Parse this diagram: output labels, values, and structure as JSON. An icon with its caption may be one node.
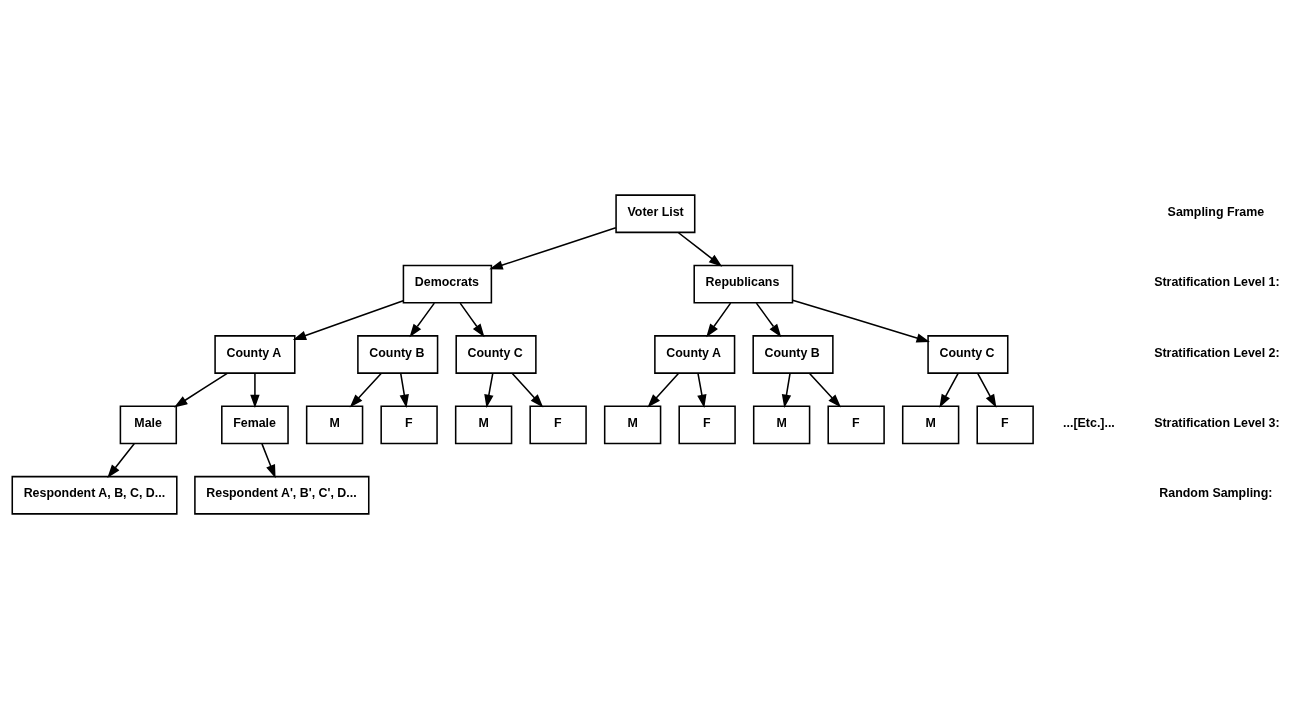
{
  "diagram": {
    "nodes": [
      {
        "text": [
          "Voter List"
        ]
      },
      {
        "text": [
          "Democrats"
        ]
      },
      {
        "text": [
          "Republicans"
        ]
      },
      {
        "text": [
          "County A"
        ]
      },
      {
        "text": [
          "County B"
        ]
      },
      {
        "text": [
          "County C"
        ]
      },
      {
        "text": [
          "County A"
        ]
      },
      {
        "text": [
          "County B"
        ]
      },
      {
        "text": [
          "County C"
        ]
      },
      {
        "text": [
          "M"
        ]
      },
      {
        "text": [
          "F"
        ]
      },
      {
        "text": [
          "M"
        ]
      },
      {
        "text": [
          "F"
        ]
      },
      {
        "text": [
          "M"
        ]
      },
      {
        "text": [
          "F"
        ]
      },
      {
        "text": [
          "M"
        ]
      },
      {
        "text": [
          "F"
        ]
      },
      {
        "text": [
          "M"
        ]
      },
      {
        "text": [
          "F"
        ]
      },
      {
        "text": [
          "Male"
        ]
      },
      {
        "text": [
          "Female"
        ]
      },
      {
        "text": [
          "Respondent A, B, C, D..."
        ]
      },
      {
        "text": [
          "Respondent A', B', C', D..."
        ]
      }
    ],
    "edges": [
      {
        "from": 0,
        "to": 1,
        "arrow": "to"
      },
      {
        "from": 0,
        "to": 2,
        "arrow": "to"
      },
      {
        "from": 1,
        "to": 3,
        "arrow": "to"
      },
      {
        "from": 1,
        "to": 4,
        "arrow": "to"
      },
      {
        "from": 1,
        "to": 5,
        "arrow": "to"
      },
      {
        "from": 2,
        "to": 6,
        "arrow": "to"
      },
      {
        "from": 2,
        "to": 7,
        "arrow": "to"
      },
      {
        "from": 2,
        "to": 8,
        "arrow": "to"
      },
      {
        "from": 4,
        "to": 9,
        "arrow": "to"
      },
      {
        "from": 4,
        "to": 10,
        "arrow": "to"
      },
      {
        "from": 5,
        "to": 11,
        "arrow": "to"
      },
      {
        "from": 5,
        "to": 12,
        "arrow": "to"
      },
      {
        "from": 6,
        "to": 13,
        "arrow": "to"
      },
      {
        "from": 6,
        "to": 14,
        "arrow": "to"
      },
      {
        "from": 7,
        "to": 15,
        "arrow": "to"
      },
      {
        "from": 7,
        "to": 16,
        "arrow": "to"
      },
      {
        "from": 8,
        "to": 17,
        "arrow": "to"
      },
      {
        "from": 8,
        "to": 18,
        "arrow": "to"
      },
      {
        "from": 3,
        "to": 19,
        "arrow": "to"
      },
      {
        "from": 3,
        "to": 20,
        "arrow": "to"
      },
      {
        "from": 19,
        "to": 21,
        "arrow": "to"
      },
      {
        "from": 20,
        "to": 22,
        "arrow": "to"
      }
    ],
    "labels": [
      "Sampling Frame",
      "Stratification Level 1:",
      "Stratification Level 2:",
      "Stratification Level 3:",
      "Random Sampling:",
      "...[Etc.]..."
    ]
  }
}
